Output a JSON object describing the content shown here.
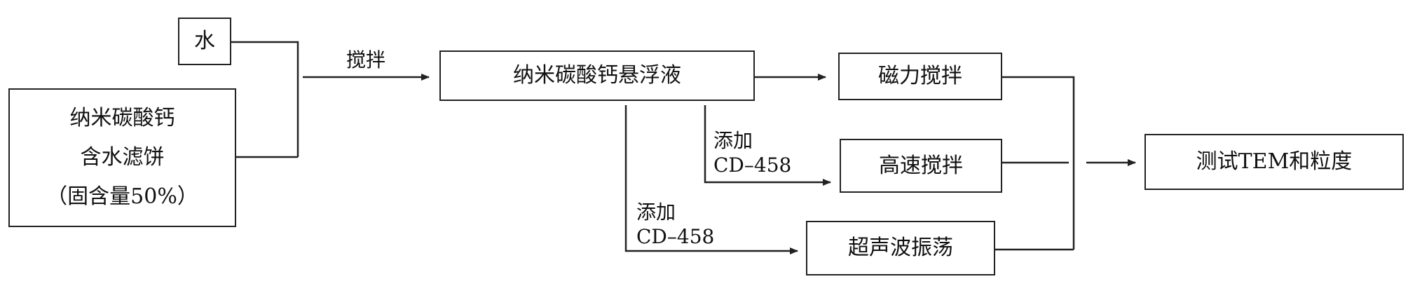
{
  "nodes": {
    "water": "水",
    "filter_cake_line1": "纳米碳酸钙",
    "filter_cake_line2": "含水滤饼",
    "filter_cake_line3": "（固含量50%）",
    "suspension": "纳米碳酸钙悬浮液",
    "magnetic": "磁力搅拌",
    "highspeed": "高速搅拌",
    "ultrasonic": "超声波振荡",
    "test": "测试TEM和粒度"
  },
  "edge_labels": {
    "stir": "搅拌",
    "add1_line1": "添加",
    "add1_line2": "CD–458",
    "add2_line1": "添加",
    "add2_line2": "CD–458"
  }
}
